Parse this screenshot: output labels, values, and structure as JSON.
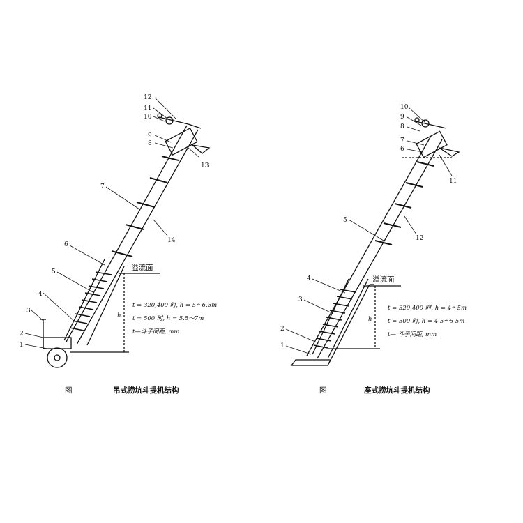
{
  "figures": [
    {
      "name": "hanging",
      "caption_prefix": "图",
      "caption_title": "吊式捞坑斗提机结构",
      "overflow_label": "溢流面",
      "height_label": "h",
      "notes": [
        "t = 320,400 时, h = 5～6.5m",
        "t = 500 时, h = 5.5～7m",
        "t—斗子间距, mm"
      ],
      "part_numbers": [
        "1",
        "2",
        "3",
        "4",
        "5",
        "6",
        "7",
        "8",
        "9",
        "10",
        "11",
        "12",
        "13",
        "14"
      ]
    },
    {
      "name": "seated",
      "caption_prefix": "图",
      "caption_title": "座式捞坑斗提机结构",
      "overflow_label": "溢流面",
      "height_label": "h",
      "notes": [
        "t = 320,400 时, h = 4～5m",
        "t = 500 时, h = 4.5～5 5m",
        "t— 斗子间距, mm"
      ],
      "part_numbers": [
        "1",
        "2",
        "3",
        "4",
        "5",
        "6",
        "7",
        "8",
        "9",
        "10",
        "11",
        "12"
      ]
    }
  ]
}
